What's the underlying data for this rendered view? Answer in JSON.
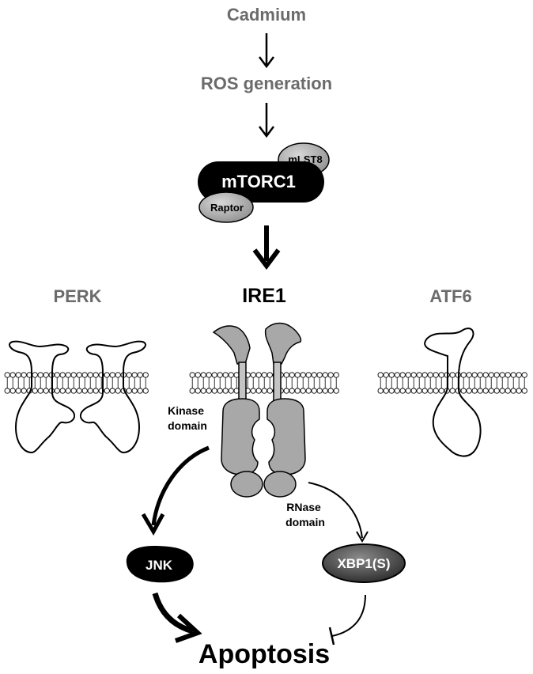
{
  "labels": {
    "cadmium": "Cadmium",
    "ros": "ROS generation",
    "mtorc1": "mTORC1",
    "mlst8": "mLST8",
    "raptor": "Raptor",
    "perk": "PERK",
    "ire1": "IRE1",
    "atf6": "ATF6",
    "kinase_line1": "Kinase",
    "kinase_line2": "domain",
    "rnase_line1": "RNase",
    "rnase_line2": "domain",
    "jnk": "JNK",
    "xbp1s": "XBP1(S)",
    "apoptosis": "Apoptosis"
  },
  "colors": {
    "gray_text": "#6b6b6b",
    "black": "#000000",
    "protein_gray": "#a8a8a8",
    "protein_light": "#c4c4c4",
    "membrane_bead": "#ffffff"
  }
}
